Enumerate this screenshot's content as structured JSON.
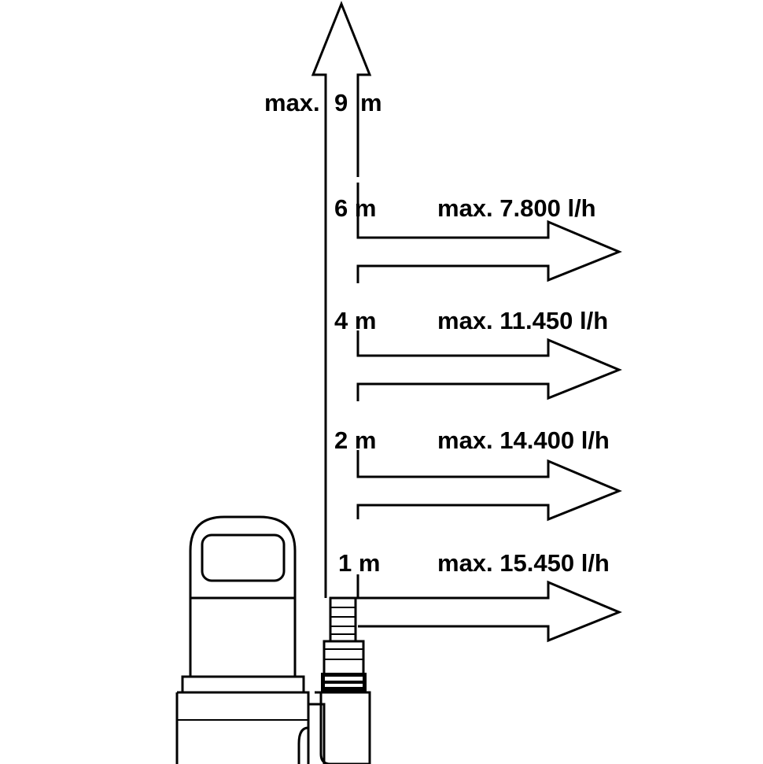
{
  "diagram": {
    "max_height": {
      "prefix": "max.",
      "value": "9",
      "unit": "m"
    },
    "levels": [
      {
        "height": "6 m",
        "flow": "max. 7.800 l/h"
      },
      {
        "height": "4 m",
        "flow": "max. 11.450 l/h"
      },
      {
        "height": "2 m",
        "flow": "max. 14.400 l/h"
      },
      {
        "height": "1 m",
        "flow": "max. 15.450 l/h"
      }
    ],
    "colors": {
      "line": "#000000",
      "background": "#ffffff"
    },
    "icons": {
      "device": "submersible-pump-icon"
    }
  }
}
